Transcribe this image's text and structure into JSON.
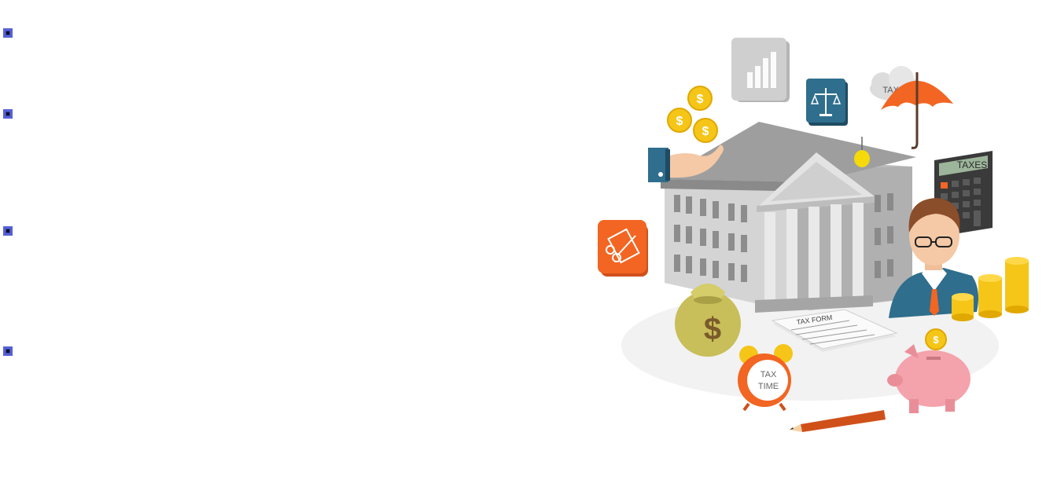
{
  "bullets": [
    {
      "label": ""
    },
    {
      "label": ""
    },
    {
      "label": ""
    },
    {
      "label": ""
    }
  ],
  "illustration": {
    "cloud_label": "TAXES",
    "calculator_label": "TAXES",
    "clock_label_line1": "TAX",
    "clock_label_line2": "TIME",
    "form_label": "TAX FORM",
    "coin_symbol": "$",
    "bag_symbol": "$"
  },
  "colors": {
    "bullet": "#3b44a8",
    "orange": "#f26522",
    "gold": "#f5c518",
    "building": "#c9c9c9",
    "teal": "#2f6e8c",
    "pink": "#f4a2ab"
  }
}
